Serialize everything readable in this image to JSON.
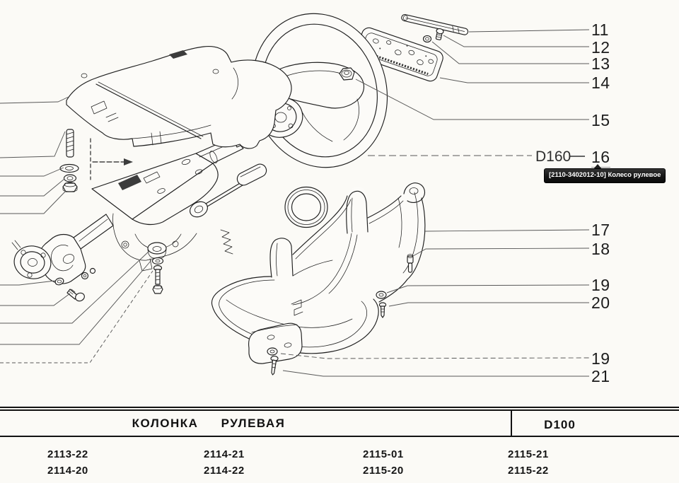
{
  "colors": {
    "ink": "#1c1c1c",
    "leader": "#585858",
    "page": "#fbfaf6",
    "tooltip_bg": "#1b1b1b"
  },
  "callouts": [
    "11",
    "12",
    "13",
    "14",
    "15",
    "16",
    "17",
    "18",
    "19",
    "20",
    "19",
    "21"
  ],
  "diameter_label": "D160",
  "tooltip": "[2110-3402012-10] Колесо рулевое",
  "table": {
    "title": "КОЛОНКА РУЛЕВАЯ",
    "code": "D100",
    "models": [
      "2113-22",
      "2114-20",
      "2114-21",
      "2114-22",
      "2115-01",
      "2115-20",
      "2115-21",
      "2115-22"
    ]
  }
}
